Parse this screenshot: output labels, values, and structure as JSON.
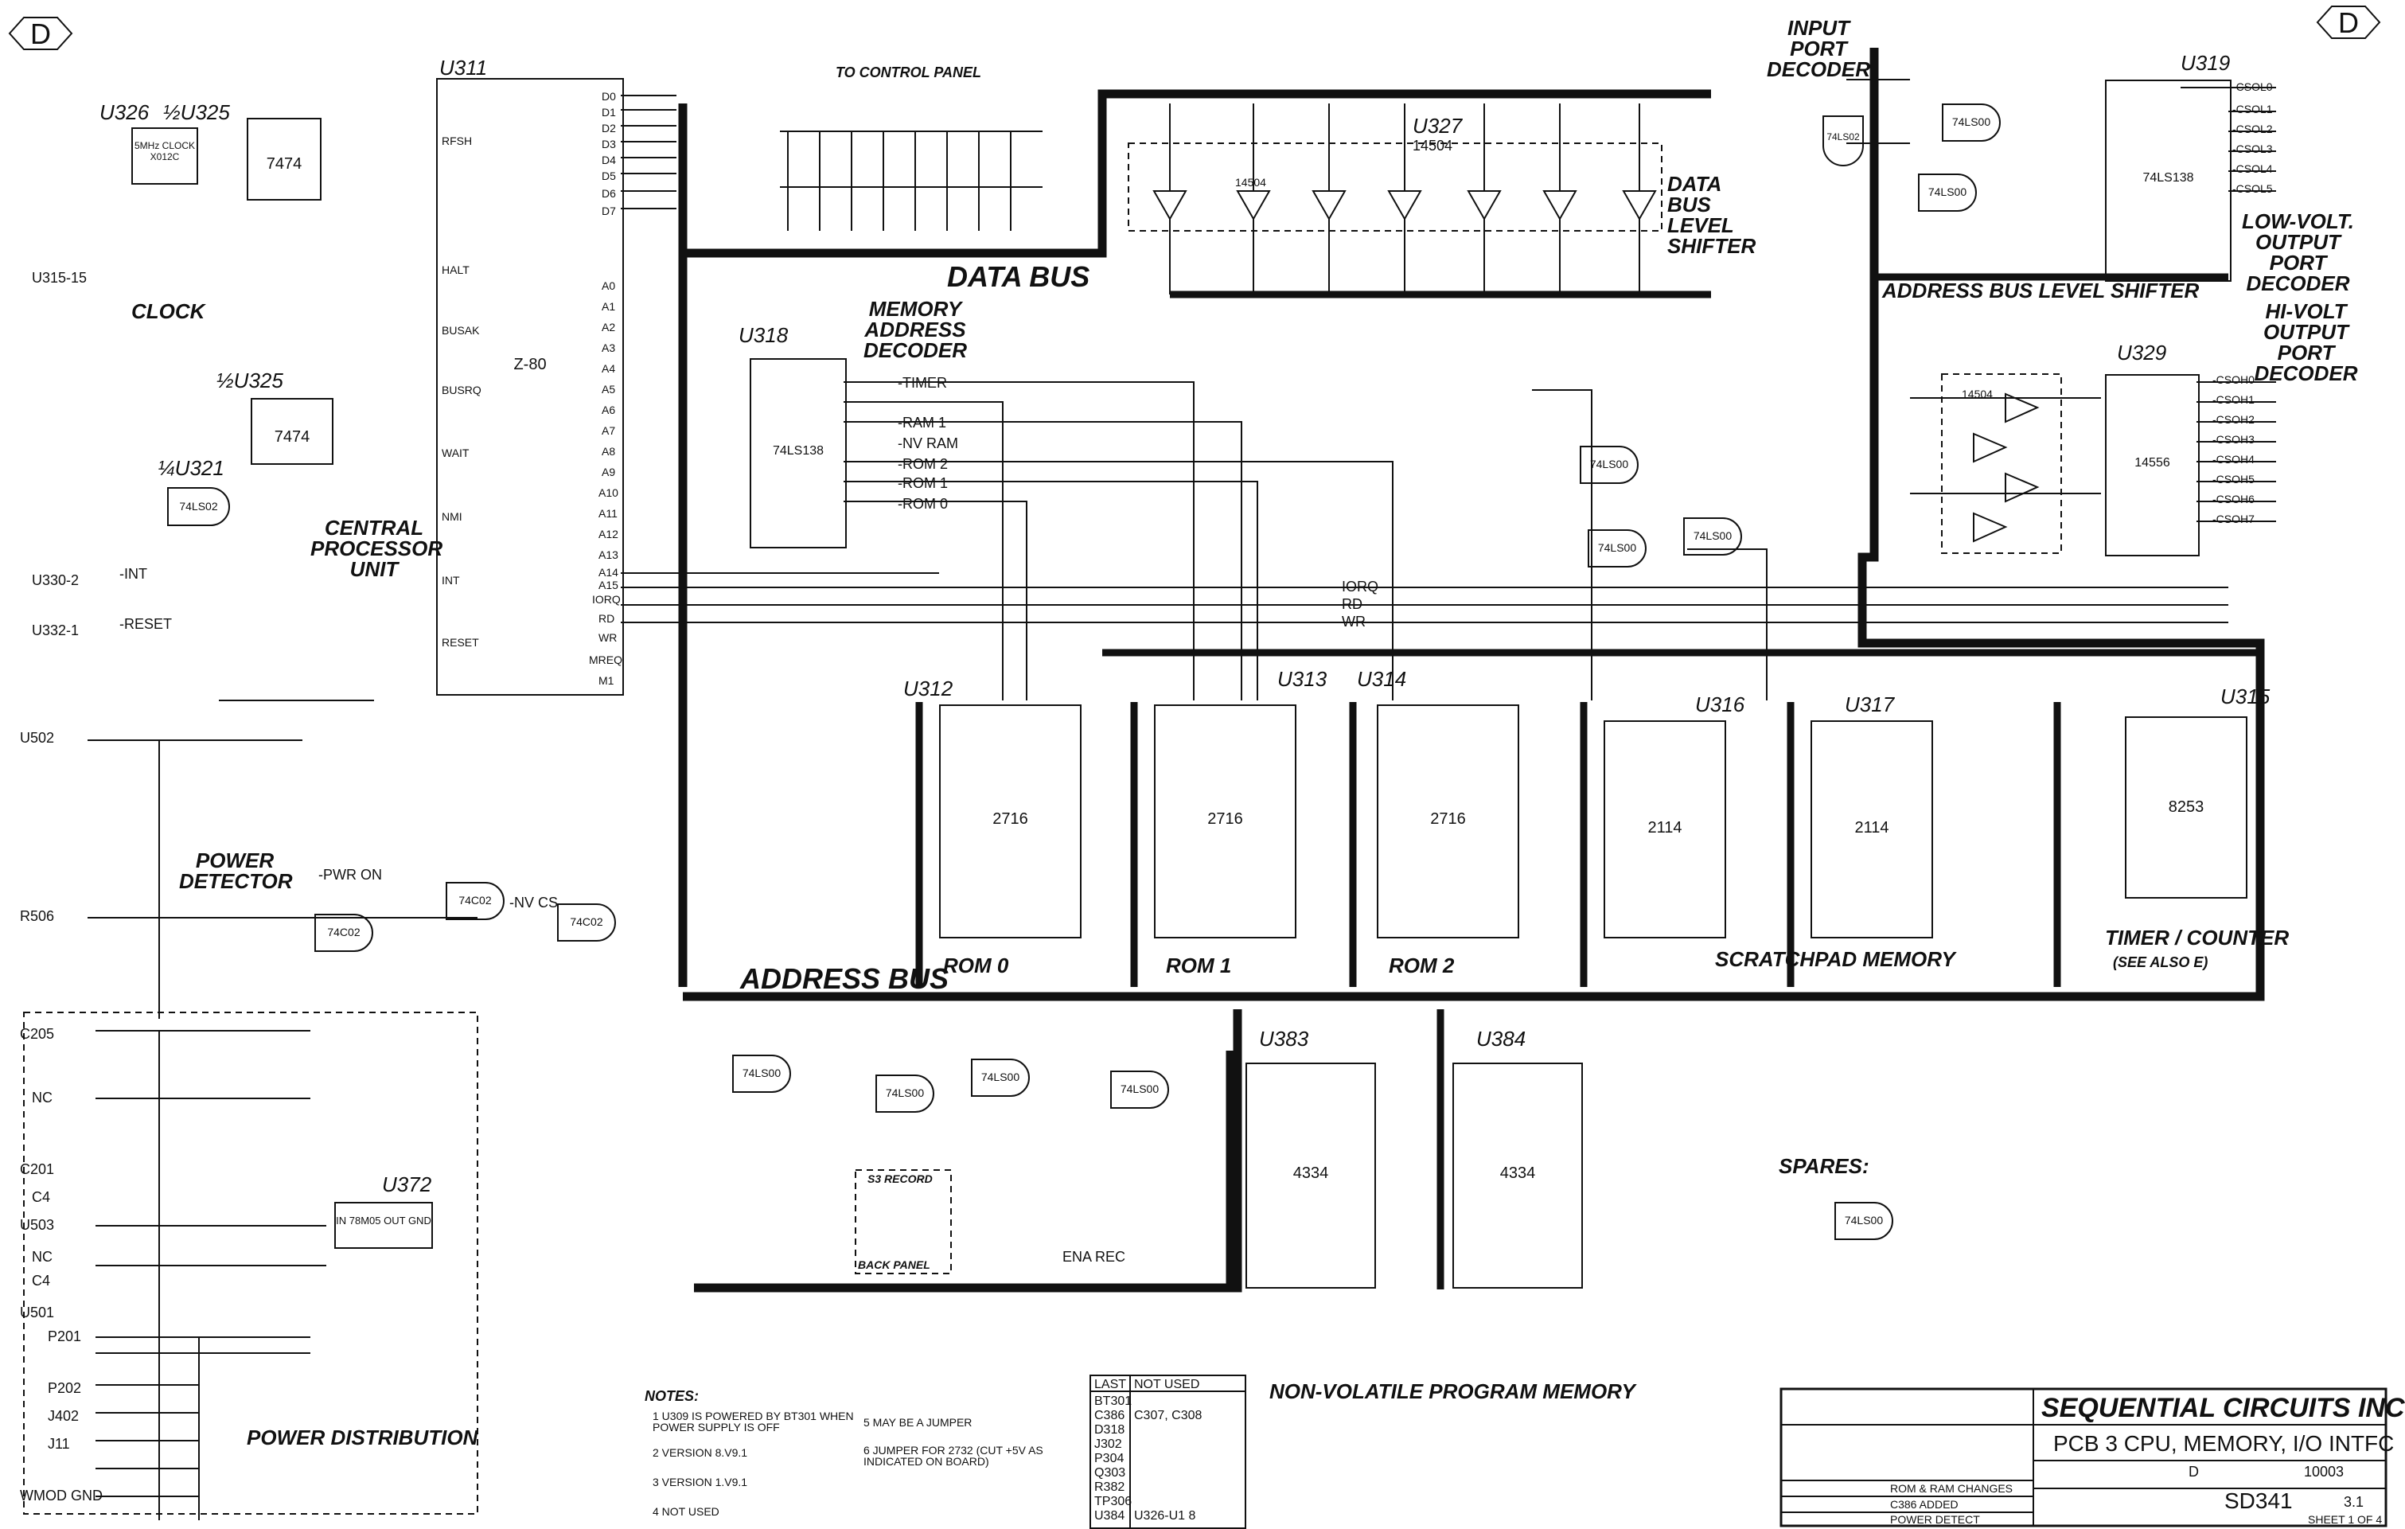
{
  "corner_markers": {
    "left": "D",
    "right": "D"
  },
  "sections": {
    "clock": "CLOCK",
    "cpu": "CENTRAL PROCESSOR UNIT",
    "data_bus": "DATA BUS",
    "address_bus": "ADDRESS BUS",
    "to_control_panel": "TO CONTROL PANEL",
    "memory_address_decoder": "MEMORY ADDRESS DECODER",
    "data_bus_level_shifter": "DATA BUS LEVEL SHIFTER",
    "input_port_decoder": "INPUT PORT DECODER",
    "address_bus_level_shifter": "ADDRESS BUS LEVEL SHIFTER",
    "low_volt_output_port_decoder": "LOW-VOLT. OUTPUT PORT DECODER",
    "hi_volt_output_port_decoder": "HI-VOLT OUTPUT PORT DECODER",
    "power_detector": "POWER DETECTOR",
    "power_distribution": "POWER DISTRIBUTION",
    "scratchpad_memory": "SCRATCHPAD MEMORY",
    "timer_counter": "TIMER / COUNTER",
    "see_also": "(SEE ALSO E)",
    "nonvolatile_memory": "NON-VOLATILE PROGRAM MEMORY",
    "spares": "SPARES:",
    "rom0": "ROM 0",
    "rom1": "ROM 1",
    "rom2": "ROM 2",
    "back_panel": "BACK PANEL",
    "s3_record": "S3 RECORD"
  },
  "components": [
    {
      "ref": "U311",
      "part": "Z-80"
    },
    {
      "ref": "U326",
      "part": "5MHz CLOCK X012C"
    },
    {
      "ref": "½U325",
      "part": "7474"
    },
    {
      "ref": "½U325 ",
      "part": "7474"
    },
    {
      "ref": "¼U321",
      "part": "74LS02"
    },
    {
      "ref": "U318",
      "part": "74LS138"
    },
    {
      "ref": "U327",
      "part": "14504"
    },
    {
      "ref": "U312",
      "part": "2716"
    },
    {
      "ref": "U313",
      "part": "2716"
    },
    {
      "ref": "U314",
      "part": "2716"
    },
    {
      "ref": "U316",
      "part": "2114"
    },
    {
      "ref": "U317",
      "part": "2114"
    },
    {
      "ref": "U315",
      "part": "8253"
    },
    {
      "ref": "U319",
      "part": "74LS138"
    },
    {
      "ref": "U329",
      "part": "14556"
    },
    {
      "ref": "U383",
      "part": "4334"
    },
    {
      "ref": "U384",
      "part": "4334"
    },
    {
      "ref": "U372",
      "part": "IN 78M05 OUT GND"
    }
  ],
  "gates": [
    "74LS00",
    "74C02",
    "74LS02",
    "14504"
  ],
  "signals_left": [
    "U315-15",
    "U330-2",
    "U332-1",
    "U502",
    "R506",
    "C205",
    "NC",
    "C201",
    "C4",
    "U503",
    "NC",
    "C4",
    "U501",
    "P201",
    "P202",
    "J402",
    "J11",
    "WMOD GND"
  ],
  "cpu_pins": [
    "RFSH",
    "HALT",
    "BUSAK",
    "BUSRQ",
    "WAIT",
    "NMI",
    "INT",
    "RESET",
    "D0",
    "D1",
    "D2",
    "D3",
    "D4",
    "D5",
    "D6",
    "D7",
    "A0",
    "A1",
    "A2",
    "A3",
    "A4",
    "A5",
    "A6",
    "A7",
    "A8",
    "A9",
    "A10",
    "A11",
    "A12",
    "A13",
    "A14",
    "A15",
    "IORQ",
    "RD",
    "WR",
    "MREQ",
    "M1"
  ],
  "decoder_outputs": [
    "-TIMER",
    "-RAM 1",
    "-NV RAM",
    "-ROM 2",
    "-ROM 1",
    "-ROM 0"
  ],
  "bus_signals": [
    "-IORQ",
    "-RD",
    "-WR",
    "-INT",
    "-RESET",
    "-PWR ON",
    "-NV CS",
    "ENA REC"
  ],
  "output_port_lines": [
    "-CSOL0",
    "-CSOL1",
    "-CSOL2",
    "-CSOL3",
    "-CSOL4",
    "-CSOL5",
    "-CSOH0",
    "-CSOH1",
    "-CSOH2",
    "-CSOH3",
    "-CSOH4",
    "-CSOH5",
    "-CSOH6",
    "-CSOH7"
  ],
  "notes": {
    "title": "NOTES:",
    "items": [
      "1 U309 IS POWERED BY BT301 WHEN POWER SUPPLY IS OFF",
      "2 VERSION 8.V9.1",
      "3 VERSION 1.V9.1",
      "4 NOT USED",
      "5 MAY BE A JUMPER",
      "6 JUMPER FOR 2732 (CUT +5V AS INDICATED ON BOARD)"
    ]
  },
  "ref_table": {
    "headers": [
      "LAST",
      "NOT USED"
    ],
    "rows": [
      [
        "BT301",
        ""
      ],
      [
        "C386",
        "C307, C308"
      ],
      [
        "D318",
        ""
      ],
      [
        "J302",
        ""
      ],
      [
        "P304",
        ""
      ],
      [
        "Q303",
        ""
      ],
      [
        "R382",
        ""
      ],
      [
        "TP306",
        ""
      ],
      [
        "U384",
        "U326-U1 8"
      ]
    ]
  },
  "title_block": {
    "company": "SEQUENTIAL CIRCUITS INC",
    "title": "PCB 3 CPU, MEMORY, I/O INTFC",
    "size": "D",
    "code": "10003",
    "document": "SD341",
    "rev": "3.1",
    "sheet": "SHEET 1 OF 4",
    "revisions": [
      "ROM & RAM CHANGES",
      "C386 ADDED",
      "POWER DETECT"
    ]
  }
}
